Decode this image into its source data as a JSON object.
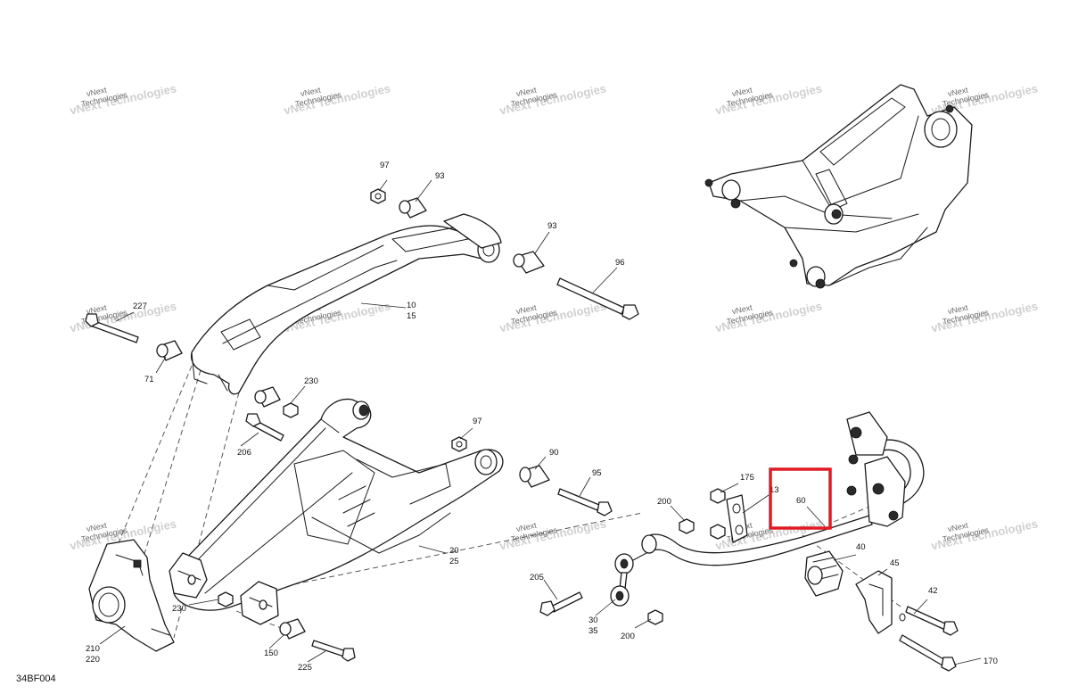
{
  "diagram_code": "34BF004",
  "watermark": {
    "line1": "vNext",
    "line2": "Technologies",
    "full": "vNext Technologies"
  },
  "labels": {
    "p97a": "97",
    "p93a": "93",
    "p93b": "93",
    "p96": "96",
    "p10": "10",
    "p15": "15",
    "p227": "227",
    "p71": "71",
    "p230a": "230",
    "p206": "206",
    "p97b": "97",
    "p90": "90",
    "p95": "95",
    "p20": "20",
    "p25": "25",
    "p210": "210",
    "p220": "220",
    "p230b": "230",
    "p150": "150",
    "p225": "225",
    "p175": "175",
    "p13": "13",
    "p60": "60",
    "p200a": "200",
    "p40": "40",
    "p45": "45",
    "p42": "42",
    "p170": "170",
    "p205": "205",
    "p30": "30",
    "p35": "35",
    "p200b": "200"
  },
  "highlight": {
    "color": "#e01b24",
    "target_label": "60"
  }
}
